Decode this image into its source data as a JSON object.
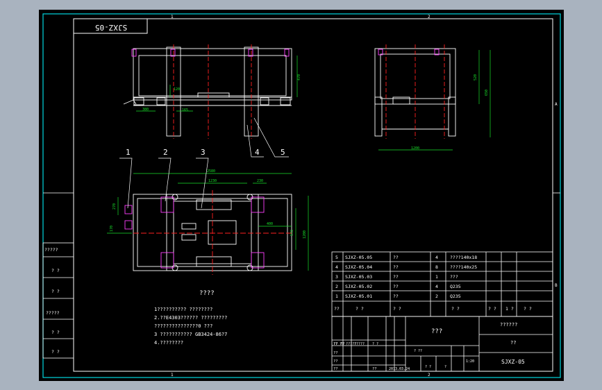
{
  "drawing": {
    "stamp": "SJXZ-05",
    "border_marks": {
      "top_a": "1",
      "top_b": "2",
      "bottom_a": "1",
      "bottom_b": "2",
      "right_a": "A",
      "right_b": "B"
    },
    "balloons": [
      "1",
      "2",
      "3",
      "4",
      "5"
    ],
    "dimensions": {
      "front": {
        "d1": "380",
        "d2": "120",
        "d3": "165",
        "height": "470"
      },
      "side": {
        "d1": "1200",
        "d2": "520",
        "d3": "650"
      },
      "plan": {
        "overall": "2580",
        "inner": "1230",
        "top_right": "230",
        "left_a": "270",
        "left_b": "170",
        "right_a": "1200",
        "right_b": "572",
        "right_c": "400"
      }
    },
    "tech_notes": {
      "title": "????",
      "lines": [
        "1?????????? ????????",
        "2.??E4303?????? ?????????",
        "???????????????0 ???",
        "3 ??????????? GB3424-86?7",
        "4.????????"
      ]
    },
    "left_block": [
      "?????",
      "? ?",
      "? ?",
      "?????",
      "? ?",
      "? ?"
    ],
    "parts_list": [
      {
        "no": "5",
        "code": "SJXZ-05.05",
        "name": "??",
        "qty": "4",
        "mat": "????140x18"
      },
      {
        "no": "4",
        "code": "SJXZ-05.04",
        "name": "??",
        "qty": "8",
        "mat": "????140x25"
      },
      {
        "no": "3",
        "code": "SJXZ-05.03",
        "name": "??",
        "qty": "1",
        "mat": "???"
      },
      {
        "no": "2",
        "code": "SJXZ-05.02",
        "name": "??",
        "qty": "4",
        "mat": "Q235"
      },
      {
        "no": "1",
        "code": "SJXZ-05.01",
        "name": "??",
        "qty": "2",
        "mat": "Q235"
      }
    ],
    "parts_header": [
      "??",
      "? ?",
      "? ?",
      "? ?",
      "? ?",
      "1 ?",
      "? ?"
    ],
    "title_block": {
      "name": "???",
      "company": "??????",
      "material": "??",
      "drawing_no": "SJXZ-05",
      "scale": "1:20",
      "sign_rows": [
        "?? ??",
        "??",
        "??",
        "??",
        "??"
      ],
      "cells": [
        "?? ?? ?????",
        "? ?",
        "?????",
        "2013.03.24",
        "? ??",
        "? ?",
        "?"
      ]
    }
  }
}
